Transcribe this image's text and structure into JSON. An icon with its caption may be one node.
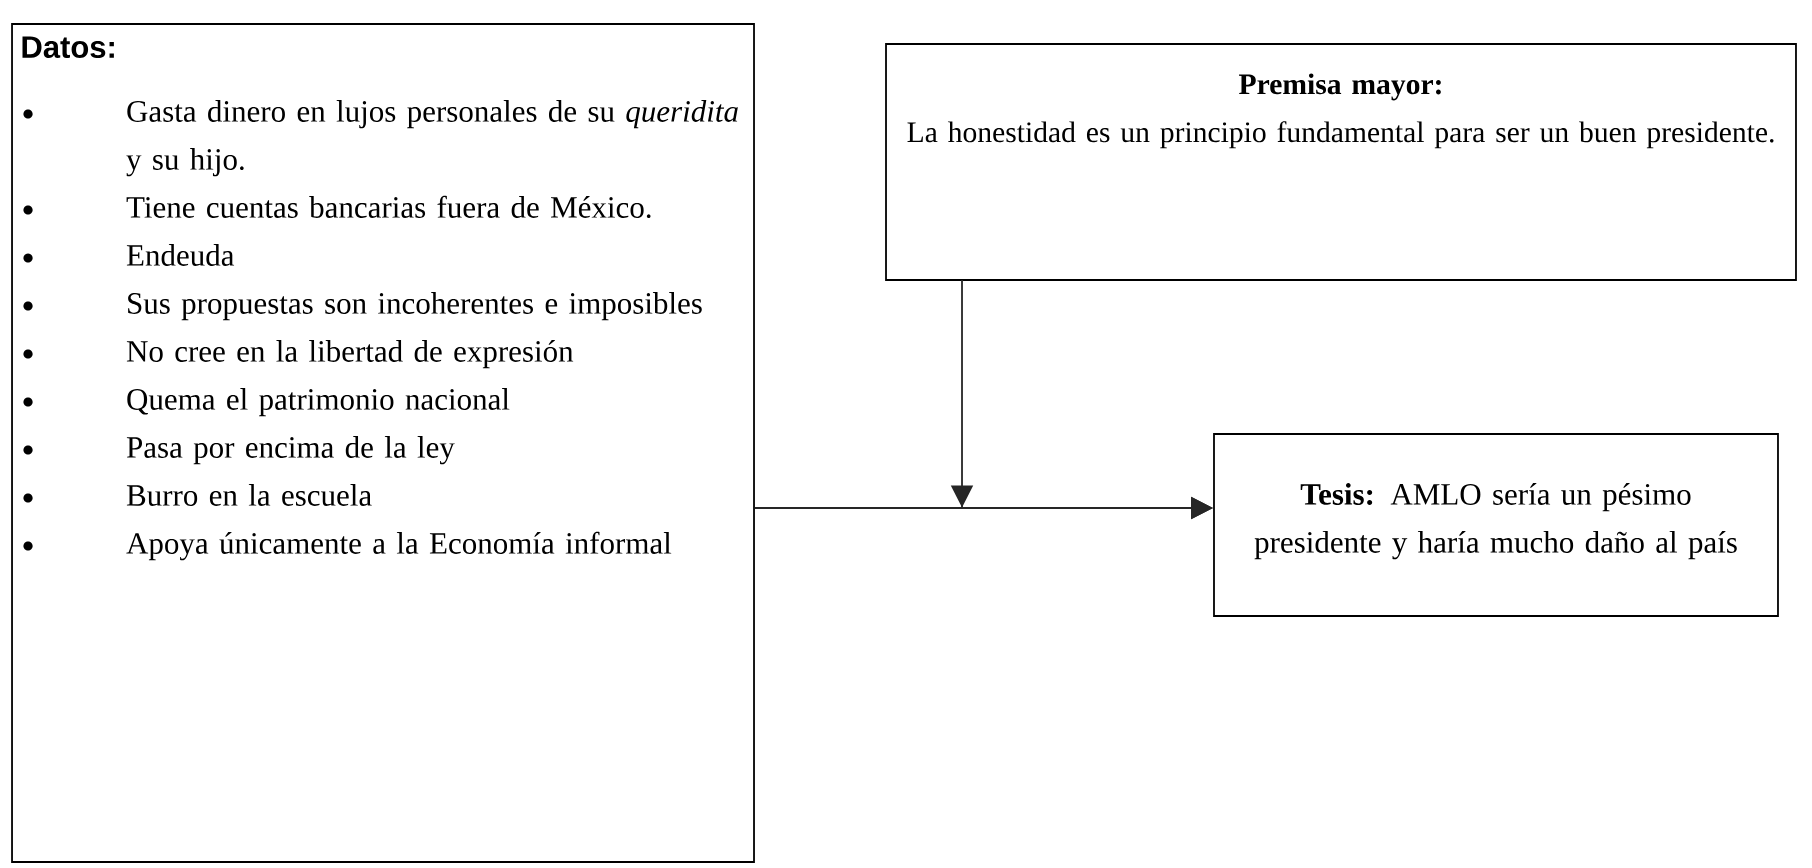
{
  "diagram": {
    "nodes": [
      {
        "text": [
          "Datos:",
          "Gasta dinero en lujos personales de su *queridita* y su hijo.",
          "Tiene cuentas bancarias fuera de México.",
          "Endeuda",
          "Sus propuestas son incoherentes e imposibles",
          "No cree en la libertad de expresión",
          "Quema el patrimonio nacional",
          "Pasa por encima de la ley",
          "Burro en la escuela",
          "Apoya únicamente a la Economía informal"
        ]
      },
      {
        "text": [
          "Premisa mayor:",
          "La honestidad es un principio fundamental para ser un buen presidente."
        ]
      },
      {
        "text": [
          "**Tesis:** AMLO sería un pésimo presidente y haría mucho daño al país"
        ]
      }
    ],
    "edges": [
      {
        "from": 0,
        "to": 2,
        "arrow": "to"
      },
      {
        "from": 1,
        "to": 2,
        "arrow": "to"
      }
    ]
  }
}
